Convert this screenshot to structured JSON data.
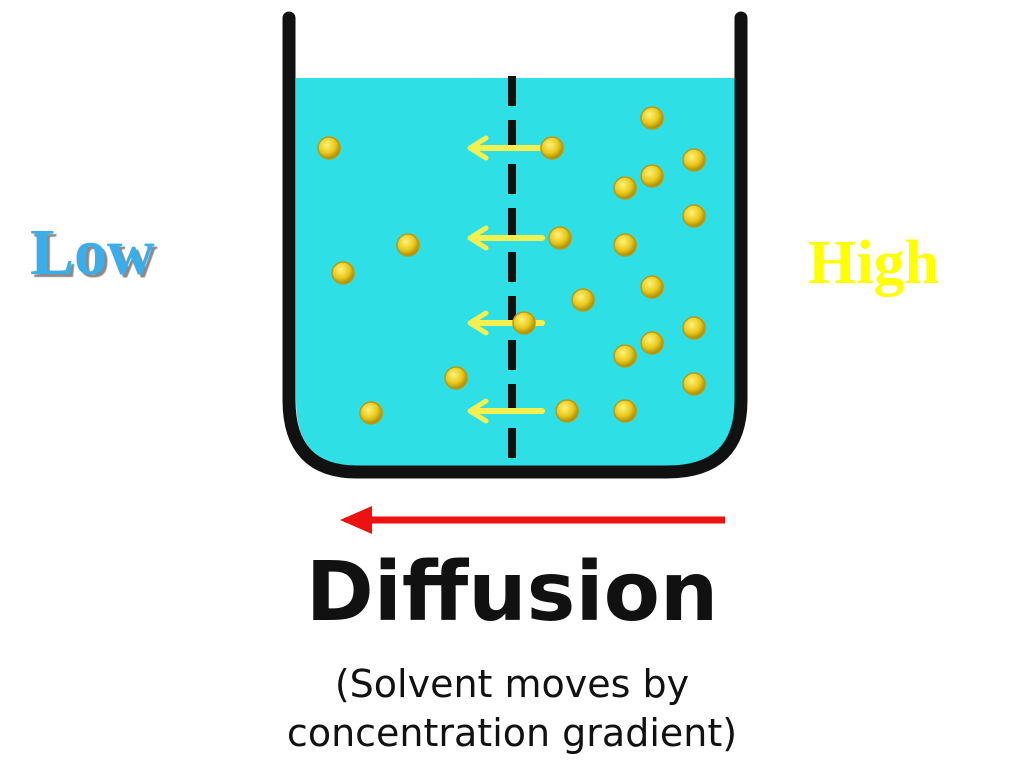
{
  "labels": {
    "low": "Low",
    "high": "High"
  },
  "caption": {
    "title": "Diffusion",
    "subtitle_line1": "(Solvent moves by",
    "subtitle_line2": "concentration gradient)"
  },
  "colors": {
    "liquid": "#2ee0e6",
    "particle": "#e8c81a",
    "particle_edge": "#b89a10",
    "small_arrow": "#f4f050",
    "big_arrow": "#ee1111",
    "container": "#111111",
    "low_label": "#3aaeea",
    "high_label": "#ffff00"
  },
  "icons": {
    "particle": "solute-particle-icon",
    "small_arrow": "left-arrow-icon",
    "big_arrow": "left-arrow-icon"
  }
}
